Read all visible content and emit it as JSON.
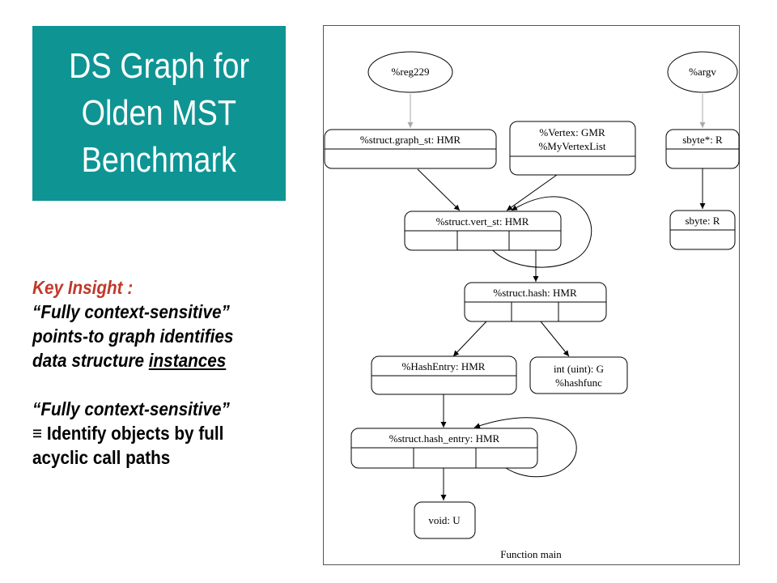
{
  "slide": {
    "title_lines": [
      "DS Graph for",
      "Olden MST",
      "Benchmark"
    ],
    "colors": {
      "title_bg": "#0f9494",
      "title_text": "#ffffff",
      "insight_heading": "#c0392b"
    }
  },
  "insight": {
    "heading": "Key Insight :",
    "p1_line1": "“Fully context-sensitive”",
    "p1_line2": "points-to graph identifies",
    "p1_line3_prefix": "data structure ",
    "p1_line3_underlined": "instances",
    "p2_line1": "“Fully context-sensitive”",
    "p2_line2_symbol": "≡",
    "p2_line2_text": " Identify objects by full",
    "p2_line3": "acyclic call paths"
  },
  "graph": {
    "caption": "Function main",
    "nodes": {
      "reg229": "%reg229",
      "argv": "%argv",
      "graph_st": "%struct.graph_st: HMR",
      "vertex_line1": "%Vertex: GMR",
      "vertex_line2": "%MyVertexList",
      "sbyte_ptr": "sbyte*: R",
      "vert_st": "%struct.vert_st: HMR",
      "sbyte": "sbyte: R",
      "hash": "%struct.hash: HMR",
      "hashentry": "%HashEntry: HMR",
      "int_line1": "int (uint): G",
      "int_line2": "%hashfunc",
      "hash_entry": "%struct.hash_entry: HMR",
      "void": "void: U"
    }
  }
}
